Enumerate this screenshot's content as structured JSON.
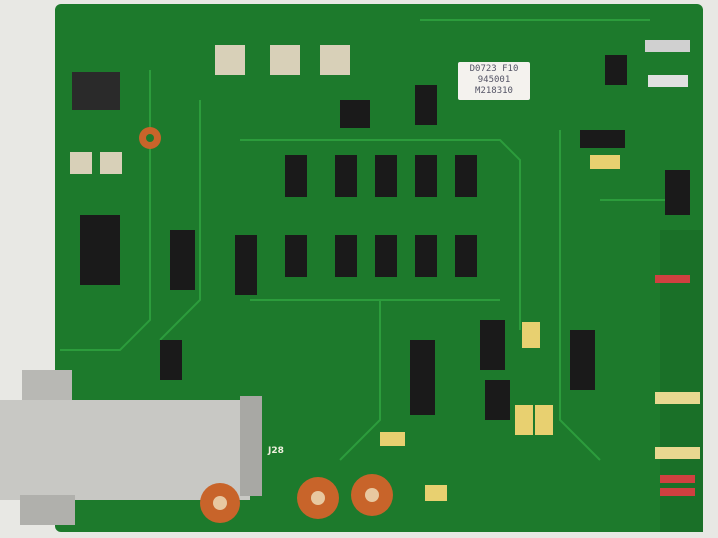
{
  "image": {
    "subject": "printed-circuit-board",
    "colors": {
      "board": "#1d7a2c",
      "trace": "#2a9a3a",
      "chip": "#1a1a1a",
      "ribbon": "#c8c8c4",
      "toroid": "#c8642a",
      "background": "#e8e8e4"
    }
  },
  "label": {
    "line1": "D0723 F10",
    "line2": "945001",
    "line3": "M218310"
  },
  "silkscreen": {
    "connector": "J28"
  }
}
